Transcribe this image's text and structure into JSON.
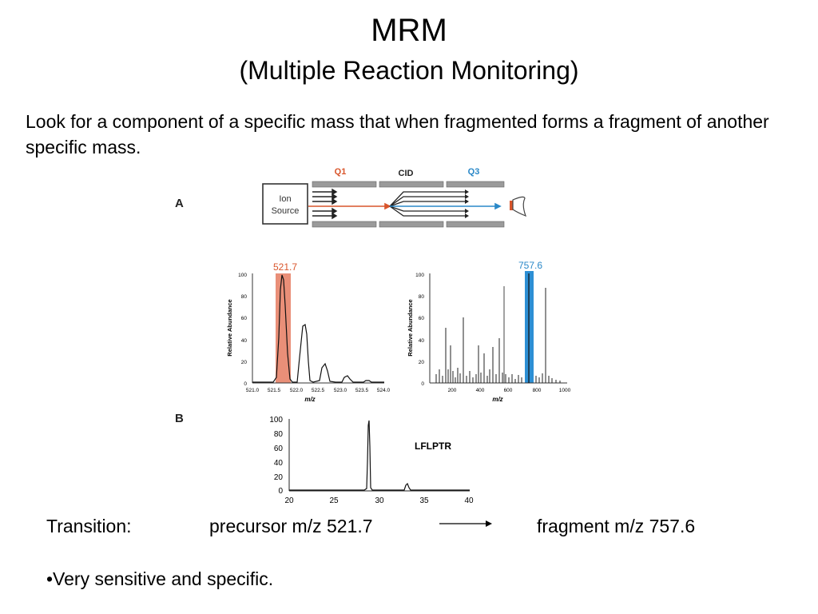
{
  "slide": {
    "title": "MRM",
    "subtitle": "(Multiple Reaction Monitoring)",
    "description": "Look for a component of a specific mass that when fragmented forms a fragment of another specific mass."
  },
  "colors": {
    "q1": "#d9552b",
    "q3": "#2a88c8",
    "precursor_highlight": "#e98f78",
    "fragment_highlight": "#2d8fd4",
    "rod": "#9a9a9a"
  },
  "panel_a": {
    "letter": "A",
    "instrument": {
      "q1_label": "Q1",
      "cid_label": "CID",
      "q3_label": "Q3",
      "source_line1": "Ion",
      "source_line2": "Source",
      "detector_icon": "detector-icon"
    },
    "ms1": {
      "peak_label": "521.7",
      "ylabel": "Relative Abundance",
      "xlabel": "m/z",
      "y_ticks": [
        "100",
        "80",
        "60",
        "40",
        "20",
        "0"
      ],
      "x_ticks": [
        "521.0",
        "521.5",
        "522.0",
        "522.5",
        "523.0",
        "523.5",
        "524.0"
      ]
    },
    "ms2": {
      "peak_label": "757.6",
      "ylabel": "Relative Abundance",
      "xlabel": "m/z",
      "y_ticks": [
        "100",
        "80",
        "60",
        "40",
        "20",
        "0"
      ],
      "x_ticks": [
        "200",
        "400",
        "600",
        "800",
        "1000"
      ]
    }
  },
  "panel_b": {
    "letter": "B",
    "peptide": "LFLPTR",
    "y_ticks": [
      "100",
      "80",
      "60",
      "40",
      "20",
      "0"
    ],
    "x_ticks": [
      "20",
      "25",
      "30",
      "35",
      "40"
    ]
  },
  "transition": {
    "label": "Transition:",
    "precursor": "precursor m/z 521.7",
    "fragment": "fragment m/z 757.6"
  },
  "bullet": "•Very sensitive and specific."
}
